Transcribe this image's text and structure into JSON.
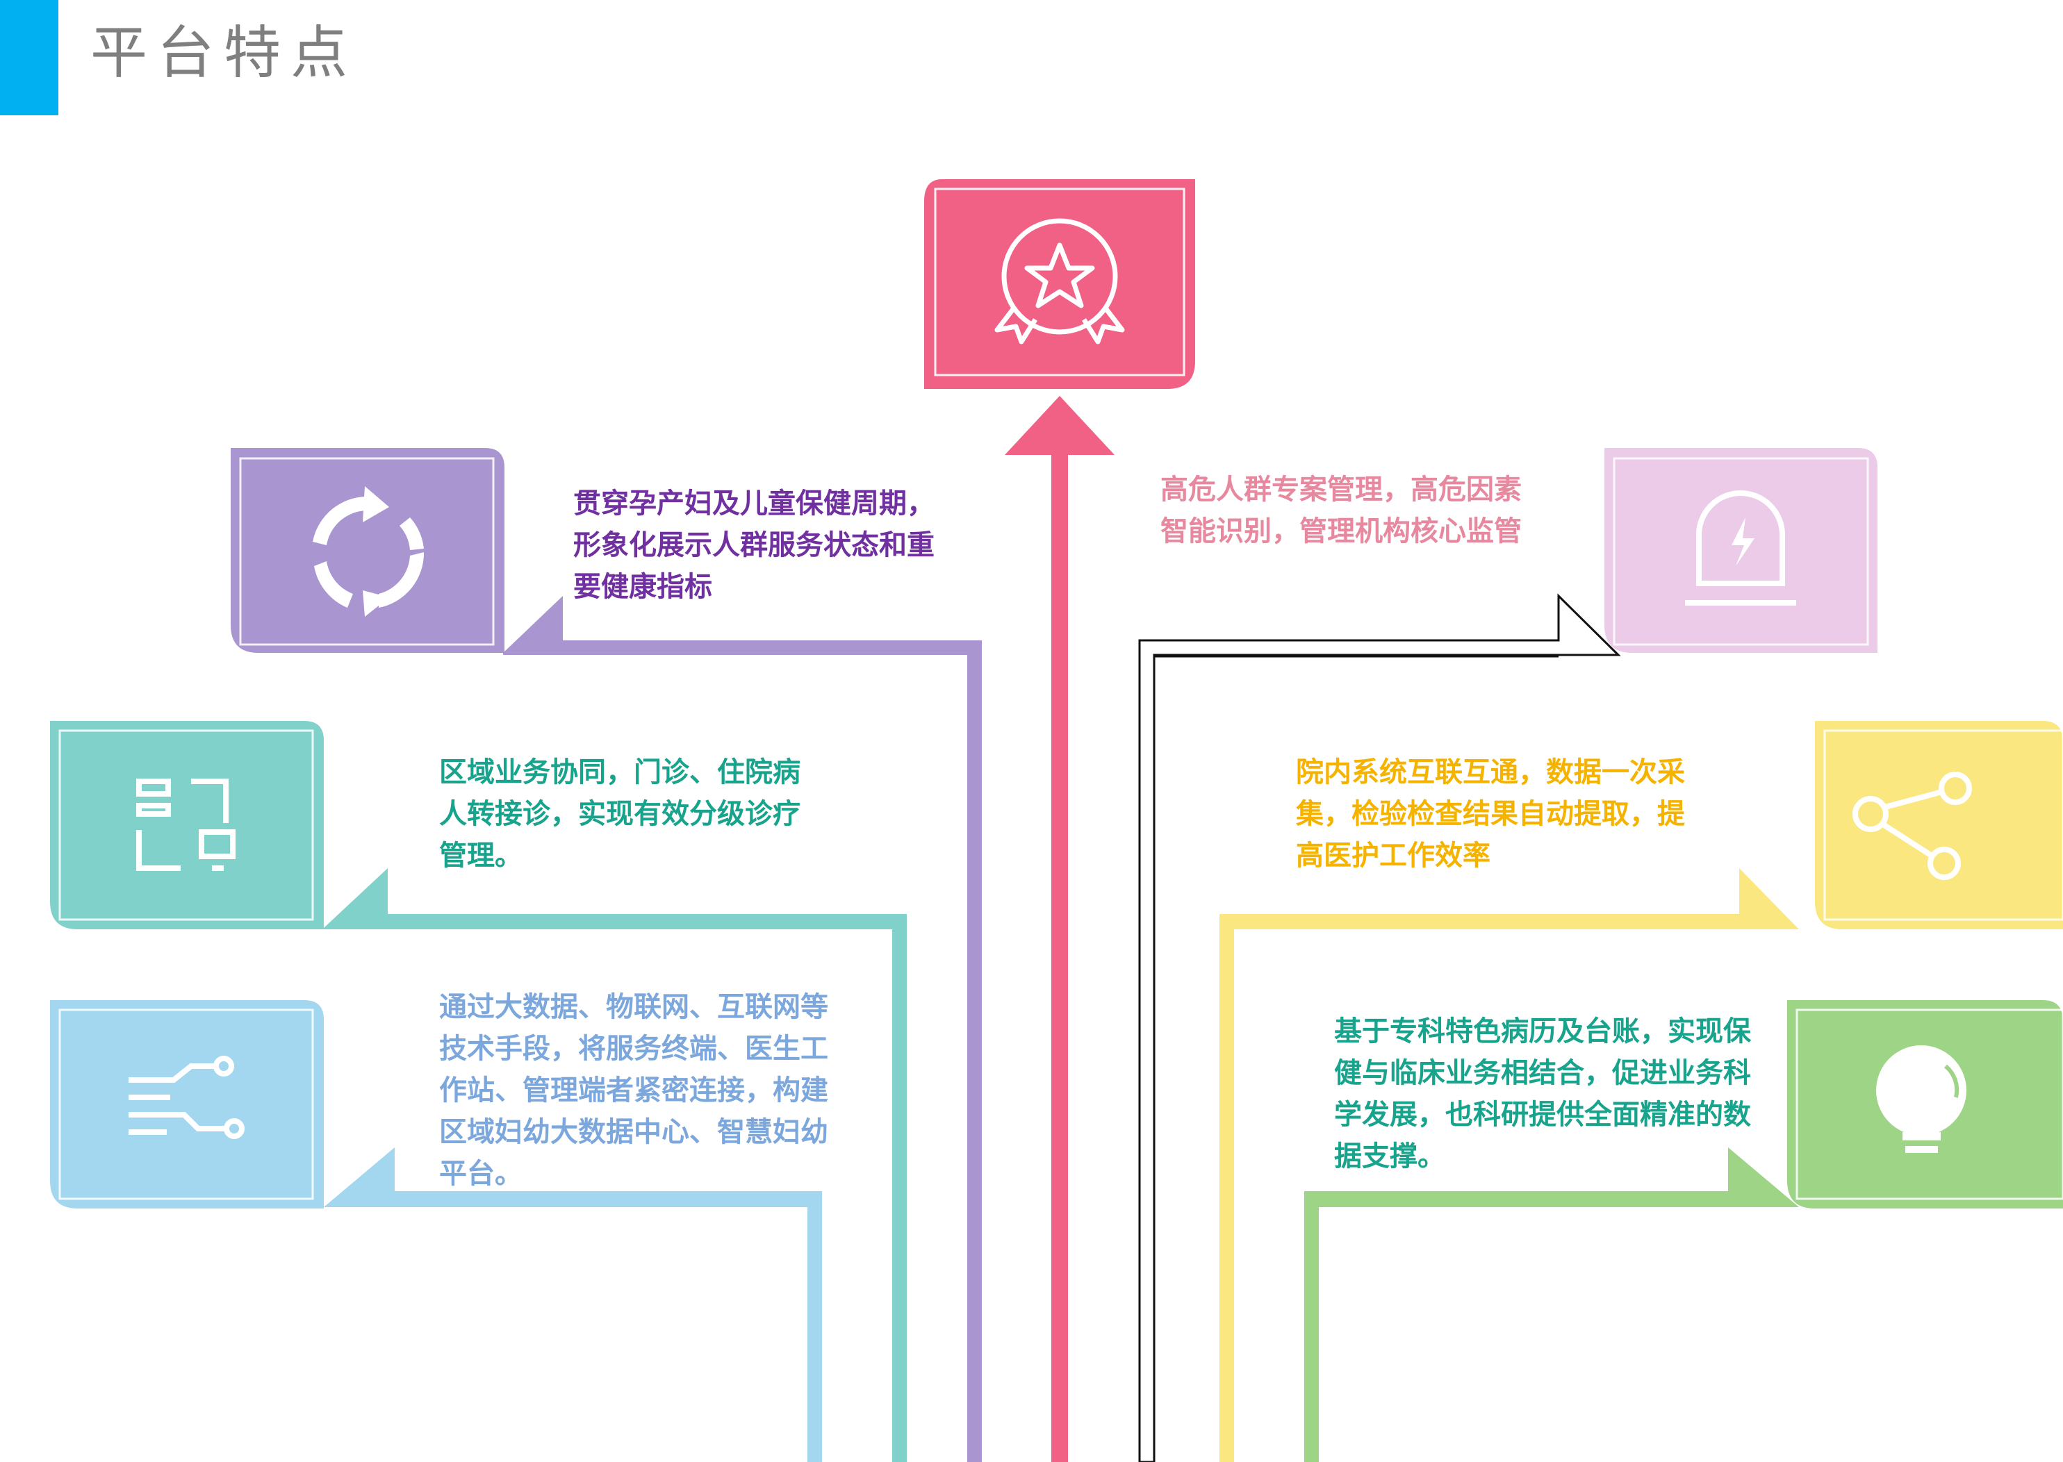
{
  "header": {
    "title": "平台特点"
  },
  "colors": {
    "accent": "#00b0f0",
    "pink": "#f06185",
    "purple": "#a995d0",
    "teal": "#7fd1ca",
    "blue": "#a3d7ef",
    "lightpink": "#eccbe9",
    "yellow": "#fbe77f",
    "green": "#9dd486"
  },
  "features": [
    {
      "text": "贯穿孕产妇及儿童保健周期，形象化展示人群服务状态和重要健康指标",
      "icon": "refresh-cycle-icon"
    },
    {
      "text": "区域业务协同，门诊、住院病人转接诊，实现有效分级诊疗管理。",
      "icon": "device-connect-icon"
    },
    {
      "text": "通过大数据、物联网、互联网等技术手段，将服务终端、医生工作站、管理端者紧密连接，构建区域妇幼大数据中心、智慧妇幼平台。",
      "icon": "circuit-icon"
    },
    {
      "text": "高危人群专案管理，高危因素智能识别，管理机构核心监管",
      "icon": "alarm-light-icon"
    },
    {
      "text": "院内系统互联互通，数据一次采集，检验检查结果自动提取，提高医护工作效率",
      "icon": "share-network-icon"
    },
    {
      "text": "基于专科特色病历及台账，实现保健与临床业务相结合，促进业务科学发展，也科研提供全面精准的数据支撑。",
      "icon": "light-bulb-icon"
    }
  ],
  "center": {
    "icon": "award-medal-icon"
  }
}
